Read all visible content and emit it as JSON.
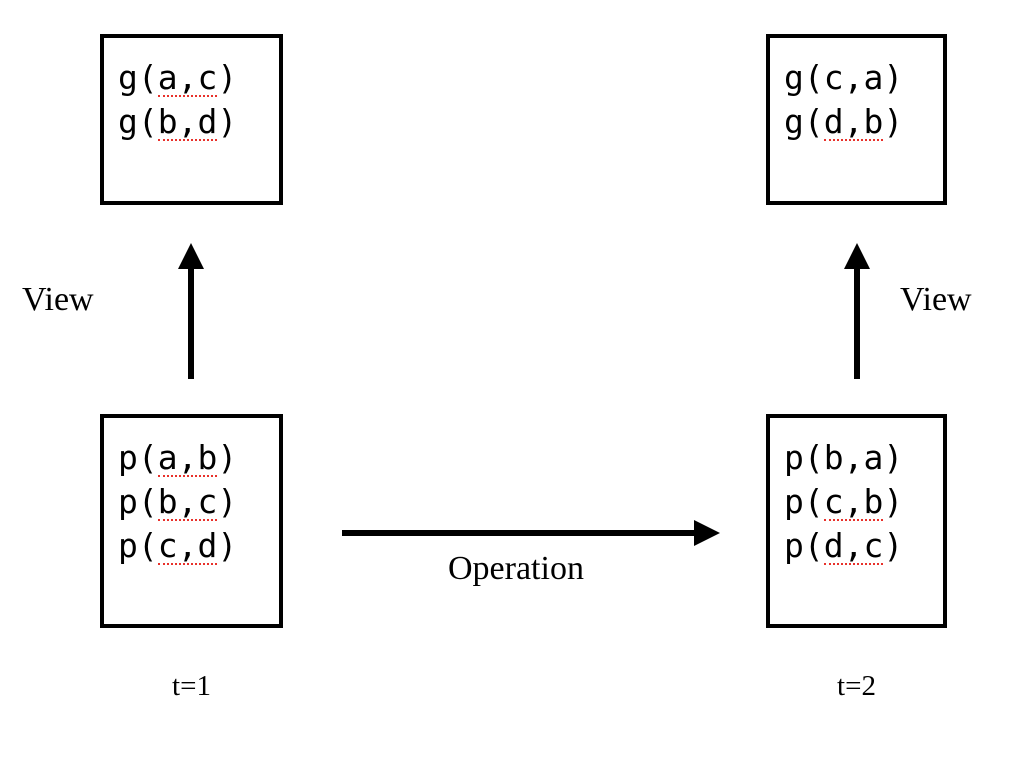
{
  "diagram": {
    "title": "Operation and View commuting diagram",
    "colors": {
      "stroke": "#000000",
      "background": "#ffffff",
      "spellcheck_underline": "#e8312b"
    },
    "boxes": [
      {
        "id": "view-t1",
        "role": "view-facts-at-t1",
        "lines": [
          {
            "prefix": "g(",
            "args": "a,c",
            "suffix": ")",
            "underlined": true
          },
          {
            "prefix": "g(",
            "args": "b,d",
            "suffix": ")",
            "underlined": true
          }
        ]
      },
      {
        "id": "view-t2",
        "role": "view-facts-at-t2",
        "lines": [
          {
            "prefix": "g(",
            "args": "c,a",
            "suffix": ")",
            "underlined": false
          },
          {
            "prefix": "g(",
            "args": "d,b",
            "suffix": ")",
            "underlined": true
          }
        ]
      },
      {
        "id": "state-t1",
        "role": "base-facts-at-t1",
        "lines": [
          {
            "prefix": "p(",
            "args": "a,b",
            "suffix": ")",
            "underlined": true
          },
          {
            "prefix": "p(",
            "args": "b,c",
            "suffix": ")",
            "underlined": true
          },
          {
            "prefix": "p(",
            "args": "c,d",
            "suffix": ")",
            "underlined": true
          }
        ]
      },
      {
        "id": "state-t2",
        "role": "base-facts-at-t2",
        "lines": [
          {
            "prefix": "p(",
            "args": "b,a",
            "suffix": ")",
            "underlined": false
          },
          {
            "prefix": "p(",
            "args": "c,b",
            "suffix": ")",
            "underlined": true
          },
          {
            "prefix": "p(",
            "args": "d,c",
            "suffix": ")",
            "underlined": true
          }
        ]
      }
    ],
    "arrows": {
      "view_left": {
        "label": "View",
        "direction": "up"
      },
      "view_right": {
        "label": "View",
        "direction": "up"
      },
      "operation": {
        "label": "Operation",
        "direction": "right"
      }
    },
    "time_labels": {
      "left": "t=1",
      "right": "t=2"
    }
  }
}
